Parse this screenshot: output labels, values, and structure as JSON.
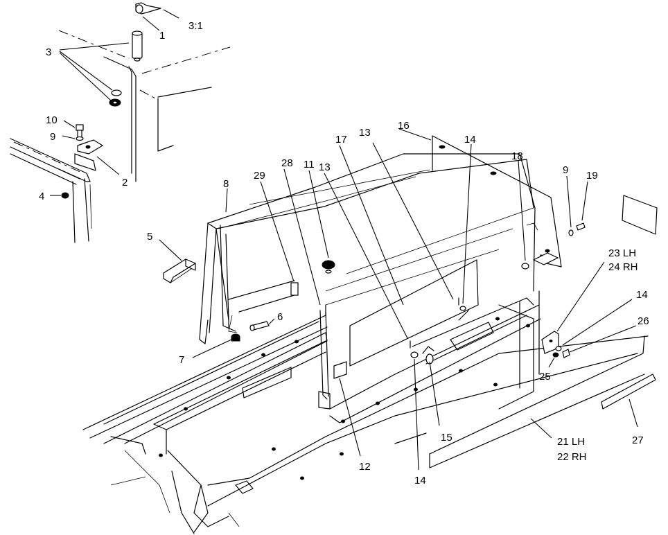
{
  "callouts": {
    "c1": "1",
    "c3_1": "3:1",
    "c3": "3",
    "c10": "10",
    "c9a": "9",
    "c2": "2",
    "c4": "4",
    "c5": "5",
    "c8": "8",
    "c29": "29",
    "c28": "28",
    "c11": "11",
    "c13a": "13",
    "c17": "17",
    "c13b": "13",
    "c16": "16",
    "c14a": "14",
    "c18": "18",
    "c9b": "9",
    "c19": "19",
    "c6": "6",
    "c7": "7",
    "c23": "23 LH",
    "c24": "24 RH",
    "c14b": "14",
    "c26": "26",
    "c25": "25",
    "c15": "15",
    "c12": "12",
    "c14c": "14",
    "c27": "27",
    "c21": "21 LH",
    "c22": "22 RH"
  }
}
